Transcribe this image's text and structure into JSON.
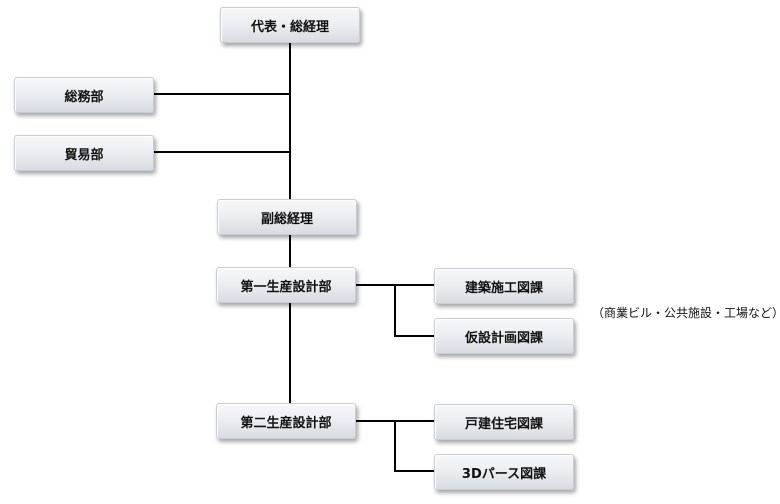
{
  "org_chart": {
    "nodes": {
      "representative": "代表・総経理",
      "general_affairs": "総務部",
      "trade": "貿易部",
      "vice_general_manager": "副総経理",
      "design_dept_1": "第一生産設計部",
      "construction_drawing": "建築施工図課",
      "temporary_plan_drawing": "仮設計画図課",
      "design_dept_2": "第二生産設計部",
      "house_drawing": "戸建住宅図課",
      "perspective_3d": "3Dパース図課"
    },
    "note": "（商業ビル・公共施設・工場など）"
  }
}
